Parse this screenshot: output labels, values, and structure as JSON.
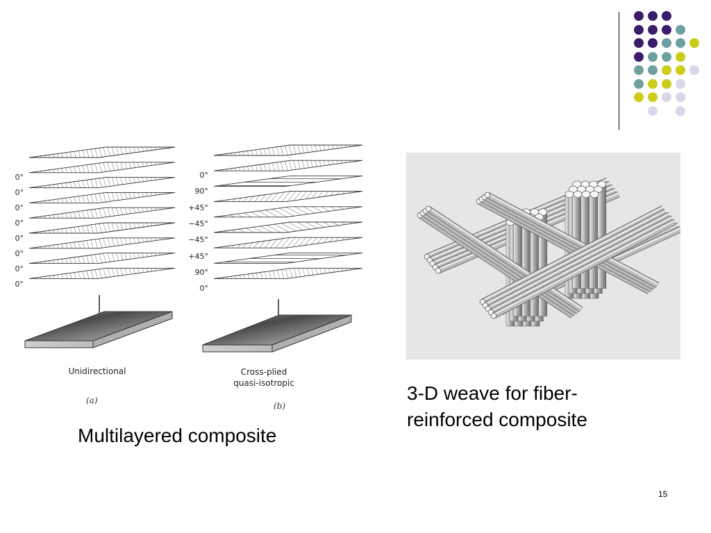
{
  "decor": {
    "dot_colors": {
      "purple": "#3b1c6b",
      "teal": "#6fa0a0",
      "yellow": "#cccc1a",
      "lavender": "#d8d8ea"
    },
    "dot_grid": [
      [
        "purple",
        "purple",
        "purple",
        null,
        null
      ],
      [
        "purple",
        "purple",
        "purple",
        "teal",
        null
      ],
      [
        "purple",
        "purple",
        "teal",
        "teal",
        "yellow"
      ],
      [
        "purple",
        "teal",
        "teal",
        "yellow",
        null
      ],
      [
        "teal",
        "teal",
        "yellow",
        "yellow",
        "lavender"
      ],
      [
        "teal",
        "yellow",
        "yellow",
        "lavender",
        null
      ],
      [
        "yellow",
        "yellow",
        "lavender",
        "lavender",
        null
      ],
      [
        null,
        "lavender",
        null,
        "lavender",
        null
      ]
    ]
  },
  "figure_a": {
    "angles": [
      "0°",
      "0°",
      "0°",
      "0°",
      "0°",
      "0°",
      "0°",
      "0°"
    ],
    "label": "Unidirectional",
    "sublabel": "(a)"
  },
  "figure_b": {
    "angles": [
      "0°",
      "90°",
      "+45°",
      "−45°",
      "−45°",
      "+45°",
      "90°",
      "0°"
    ],
    "label_line1": "Cross-plied",
    "label_line2": "quasi-isotropic",
    "sublabel": "(b)"
  },
  "captions": {
    "left": "Multilayered composite",
    "right_line1": "3-D weave for fiber-",
    "right_line2": "reinforced composite"
  },
  "page_number": "15"
}
